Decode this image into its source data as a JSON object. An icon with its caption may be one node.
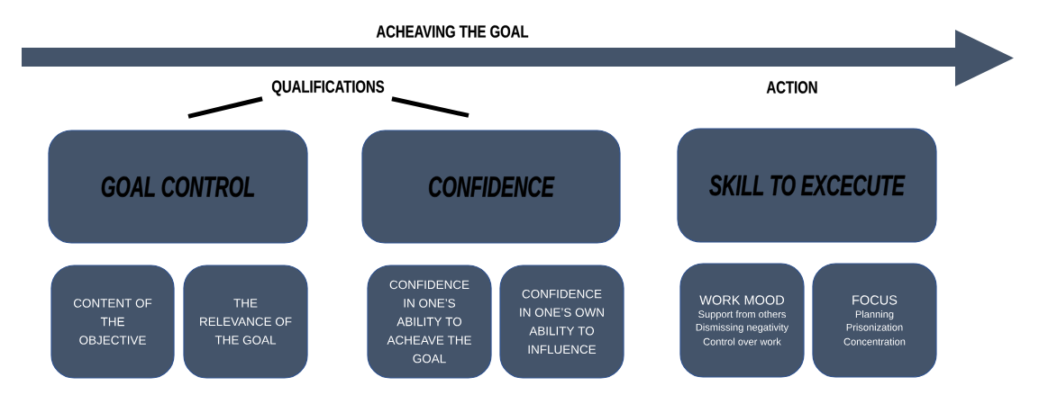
{
  "diagram": {
    "nodes": [
      {
        "text": [
          "QUALIFICATIONS"
        ]
      },
      {
        "text": [
          "GOAL CONTROL"
        ]
      },
      {
        "text": [
          "CONFIDENCE"
        ]
      },
      {
        "text": [
          "SKILL TO EXCECUTE"
        ]
      },
      {
        "text": [
          "CONTENT OF THE OBJECTIVE"
        ]
      },
      {
        "text": [
          "THE RELEVANCE OF THE GOAL"
        ]
      },
      {
        "text": [
          "CONFIDENCE IN ONE’S ABILITY TO ACHEAVE THE GOAL"
        ]
      },
      {
        "text": [
          "CONFIDENCE IN ONE’S OWN ABILITY TO INFLUENCE"
        ]
      },
      {
        "text": [
          "WORK MOOD",
          "Support from others",
          "Dismissing negativity",
          "Control over work"
        ]
      },
      {
        "text": [
          "FOCUS",
          "Planning",
          "Prisonization",
          "Concentration"
        ]
      }
    ],
    "edges": [
      {
        "from": 0,
        "to": 1,
        "arrow": "none"
      },
      {
        "from": 0,
        "to": 2,
        "arrow": "none"
      }
    ],
    "labels": [
      "ACHEAVING THE GOAL",
      "ACTION"
    ]
  }
}
